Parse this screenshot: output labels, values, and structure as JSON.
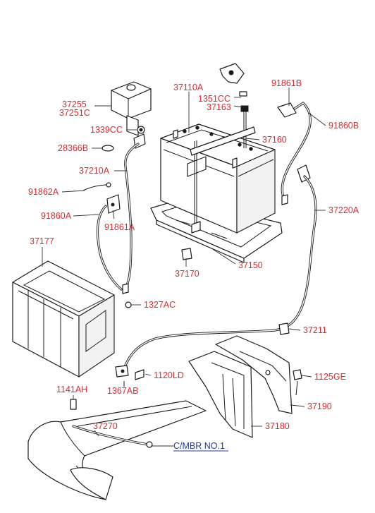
{
  "labels": {
    "p37110A": "37110A",
    "p1351CC": "1351CC",
    "p37163": "37163",
    "p91861B": "91861B",
    "p37255": "37255",
    "p37251C": "37251C",
    "p91860B": "91860B",
    "p1339CC": "1339CC",
    "p37160": "37160",
    "p28366B": "28366B",
    "p37210A": "37210A",
    "p91862A": "91862A",
    "p37220A": "37220A",
    "p91860A": "91860A",
    "p91861A": "91861A",
    "p37177": "37177",
    "p37170": "37170",
    "p37150": "37150",
    "p1327AC": "1327AC",
    "p37211": "37211",
    "p1120LD": "1120LD",
    "p1125GE": "1125GE",
    "p1367AB": "1367AB",
    "p1141AH": "1141AH",
    "p37190": "37190",
    "p37270": "37270",
    "p37180": "37180"
  },
  "reference_link": "C/MBR NO.1",
  "colors": {
    "label": "#e8262b",
    "reference": "#1d3c9c",
    "line": "#1a1a1a"
  }
}
